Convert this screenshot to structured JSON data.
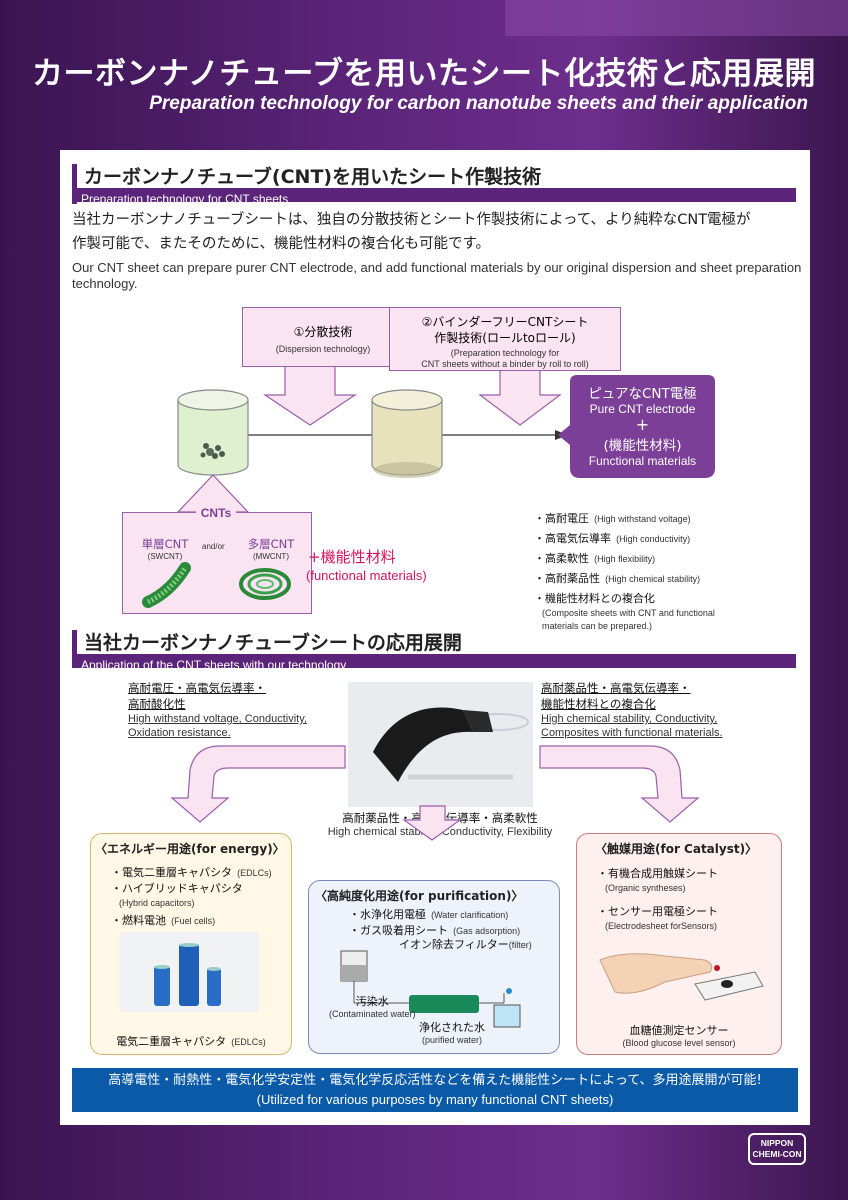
{
  "header": {
    "title": "カーボンナノチューブを用いたシート化技術と応用展開",
    "subtitle": "Preparation technology for carbon nanotube sheets and their application"
  },
  "section1": {
    "title": "カーボンナノチューブ(CNT)を用いたシート作製技術",
    "title_en": "Preparation technology for CNT sheets",
    "intro_ja_1": "当社カーボンナノチューブシートは、独自の分散技術とシート作製技術によって、より純粋なCNT電極が",
    "intro_ja_2": "作製可能で、またそのために、機能性材料の複合化も可能です。",
    "intro_en": "Our CNT sheet can prepare purer CNT electrode, and add functional materials by our original dispersion and sheet preparation technology.",
    "step1": {
      "title": "①分散技術",
      "en": "(Dispersion technology)"
    },
    "step2": {
      "title1": "②バインダーフリーCNTシート",
      "title2": "作製技術(ロールtoロール)",
      "en1": "(Preparation technology for",
      "en2": "CNT sheets without a binder by roll to roll)"
    },
    "result": {
      "l1": "ピュアなCNT電極",
      "l2": "Pure CNT electrode",
      "plus": "+",
      "l3": "(機能性材料)",
      "l4": "Functional materials"
    },
    "cnts": {
      "label": "CNTs",
      "single": "単層CNT",
      "single_en": "(SWCNT)",
      "andor": "and/or",
      "multi": "多層CNT",
      "multi_en": "(MWCNT)",
      "plus_func": "+機能性材料",
      "plus_func_en": "(functional materials)"
    },
    "features": [
      {
        "ja": "・高耐電圧",
        "en": "(High withstand voltage)"
      },
      {
        "ja": "・高電気伝導率",
        "en": "(High conductivity)"
      },
      {
        "ja": "・高柔軟性",
        "en": "(High flexibility)"
      },
      {
        "ja": "・高耐薬品性",
        "en": "(High chemical stability)"
      },
      {
        "ja": "・機能性材料との複合化",
        "en": ""
      }
    ],
    "composite_en1": "(Composite sheets with CNT and functional",
    "composite_en2": "materials can be prepared.)"
  },
  "section2": {
    "title": "当社カーボンナノチューブシートの応用展開",
    "title_en": "Application of the CNT sheets with our technology",
    "left": {
      "ja1": "高耐電圧・高電気伝導率・",
      "ja2": "高耐酸化性",
      "en1": "High withstand voltage, Conductivity,",
      "en2": "Oxidation resistance."
    },
    "right": {
      "ja1": "高耐薬品性・高電気伝導率・",
      "ja2": "機能性材料との複合化",
      "en1": "High chemical stability, Conductivity,",
      "en2": "Composites with functional materials."
    },
    "center": {
      "ja": "高耐薬品性・高電気伝導率・高柔軟性",
      "en": "High chemical stability, Conductivity, Flexibility"
    },
    "energy": {
      "title": "〈エネルギー用途(for energy)〉",
      "i1": "・電気二重層キャパシタ",
      "i1e": "(EDLCs)",
      "i2": "・ハイブリッドキャパシタ",
      "i2e": "(Hybrid capacitors)",
      "i3": "・燃料電池",
      "i3e": "(Fuel cells)",
      "caption": "電気二重層キャパシタ",
      "caption_e": "(EDLCs)"
    },
    "purification": {
      "title": "〈高純度化用途(for purification)〉",
      "i1": "・水浄化用電極",
      "i1e": "(Water clarification)",
      "i2": "・ガス吸着用シート",
      "i2e": "(Gas adsorption)",
      "filter": "イオン除去フィルター",
      "filter_e": "(filter)",
      "dirty": "汚染水",
      "dirty_e": "(Contaminated water)",
      "clean": "浄化された水",
      "clean_e": "(purified water)"
    },
    "catalyst": {
      "title": "〈触媒用途(for Catalyst)〉",
      "i1": "・有機合成用触媒シート",
      "i1e": "(Organic syntheses)",
      "i2": "・センサー用電極シート",
      "i2e": "(Electrodesheet forSensors)",
      "caption": "血糖値測定センサー",
      "caption_e": "(Blood glucose level sensor)"
    },
    "banner_ja": "高導電性・耐熱性・電気化学安定性・電気化学反応活性などを備えた機能性シートによって、多用途展開が可能!",
    "banner_en": "(Utilized for various purposes by many functional CNT sheets)"
  },
  "logo": {
    "l1": "NIPPON",
    "l2": "CHEMI-CON"
  }
}
